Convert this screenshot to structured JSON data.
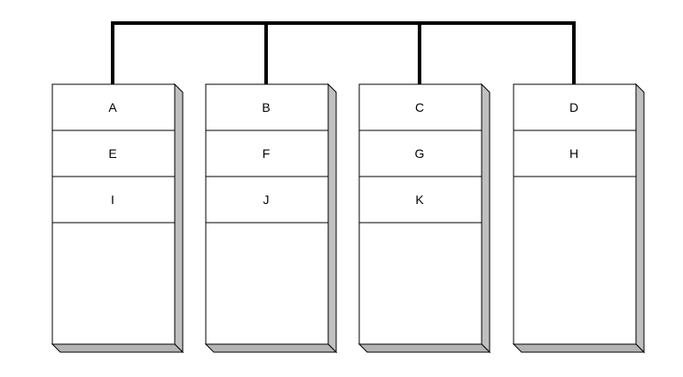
{
  "diagram": {
    "columns": [
      {
        "cells": [
          "A",
          "E",
          "I"
        ]
      },
      {
        "cells": [
          "B",
          "F",
          "J"
        ]
      },
      {
        "cells": [
          "C",
          "G",
          "K"
        ]
      },
      {
        "cells": [
          "D",
          "H"
        ]
      }
    ],
    "colors": {
      "line": "#000000",
      "box_fill": "#ffffff",
      "shadow_side": "#c0c0c0",
      "shadow_bottom": "#b4b4b4"
    }
  }
}
